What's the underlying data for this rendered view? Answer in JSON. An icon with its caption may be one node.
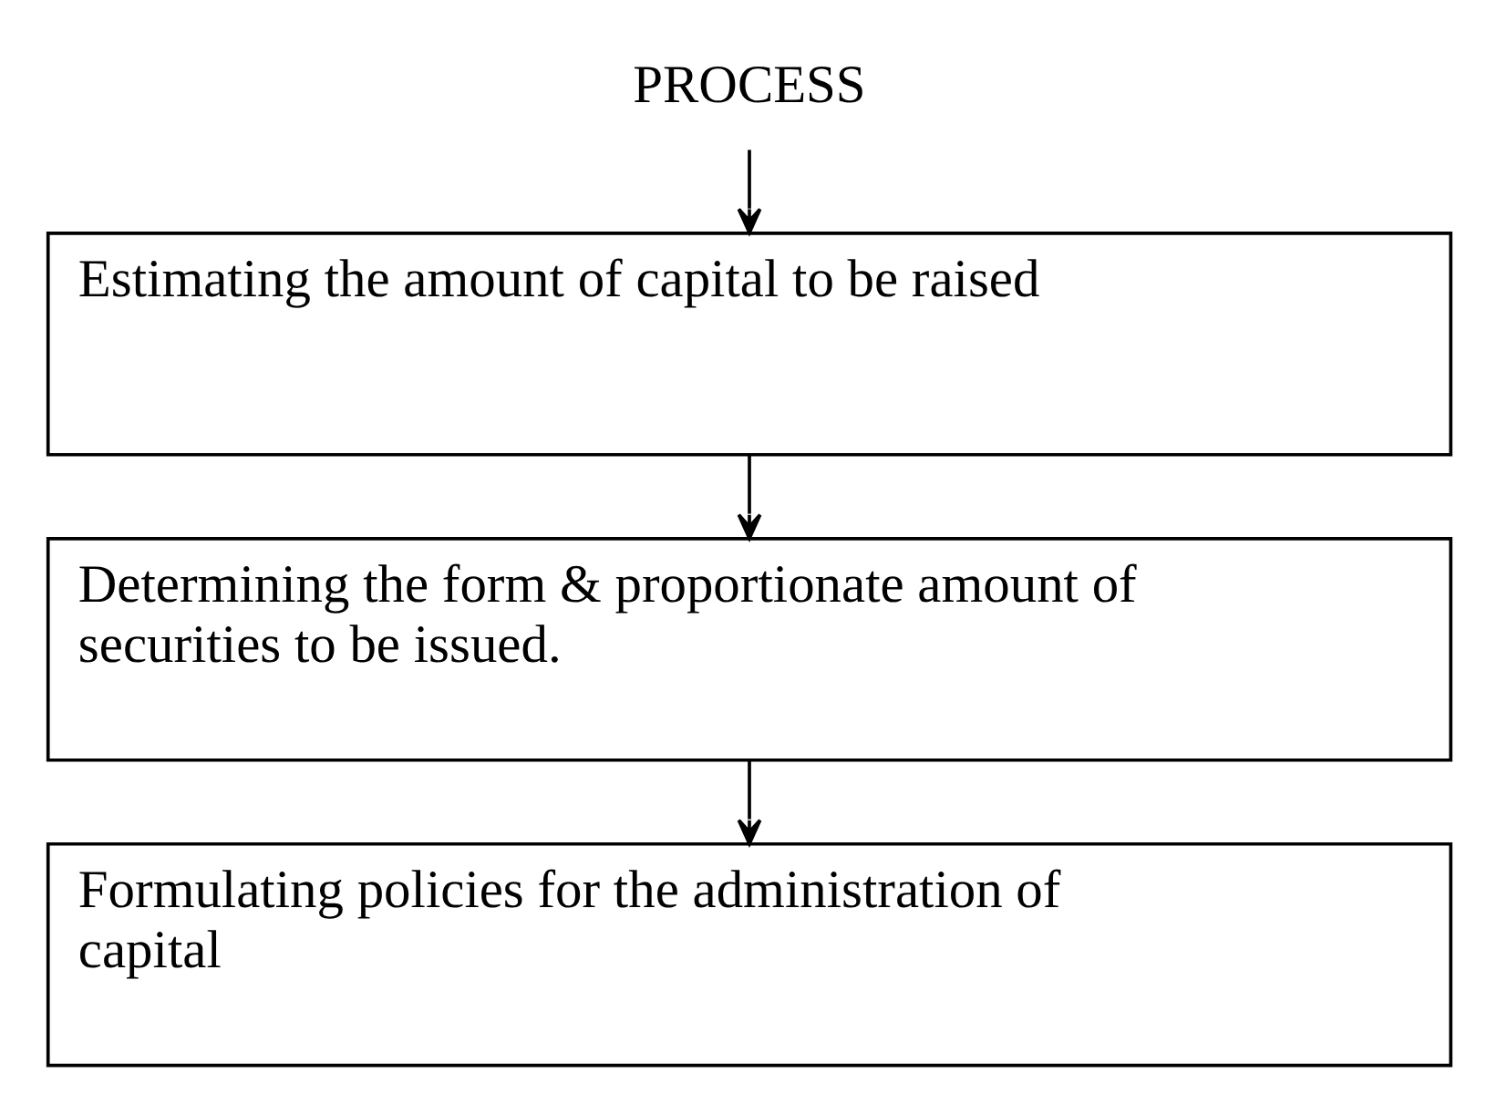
{
  "diagram": {
    "nodes": [
      {
        "text": [
          "PROCESS"
        ]
      },
      {
        "text": [
          "Estimating the amount of capital to be raised"
        ]
      },
      {
        "text": [
          "Determining the form & proportionate amount of securities to be issued."
        ]
      },
      {
        "text": [
          "Formulating policies for the administration of capital"
        ]
      }
    ],
    "edges": [
      {
        "from": 0,
        "to": 1,
        "arrow": "to"
      },
      {
        "from": 1,
        "to": 2,
        "arrow": "to"
      },
      {
        "from": 2,
        "to": 3,
        "arrow": "to"
      }
    ]
  }
}
